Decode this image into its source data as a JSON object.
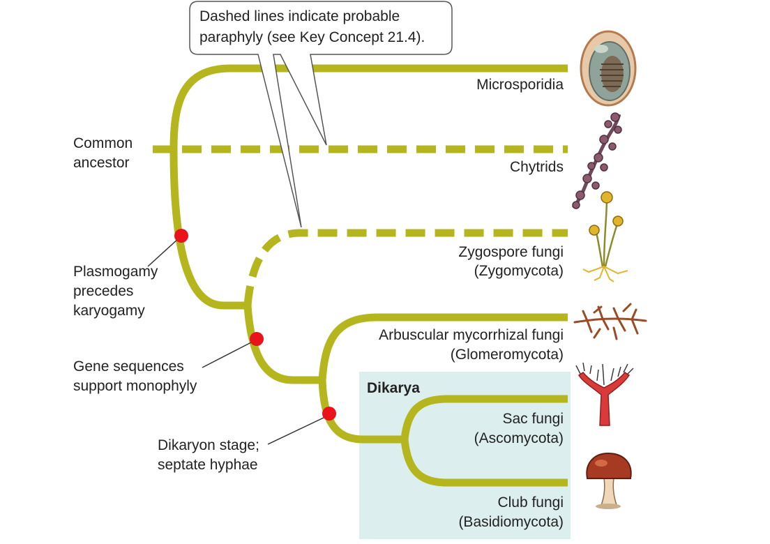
{
  "callout": {
    "line1": "Dashed lines indicate probable",
    "line2": "paraphyly (see Key Concept 21.4)."
  },
  "taxa": {
    "microsporidia": {
      "line1": "Microsporidia"
    },
    "chytrids": {
      "line1": "Chytrids"
    },
    "zygospore": {
      "line1": "Zygospore fungi",
      "line2": "(Zygomycota)"
    },
    "arbuscular": {
      "line1": "Arbuscular mycorrhizal fungi",
      "line2": "(Glomeromycota)"
    },
    "sac": {
      "line1": "Sac fungi",
      "line2": "(Ascomycota)"
    },
    "club": {
      "line1": "Club fungi",
      "line2": "(Basidiomycota)"
    }
  },
  "group": {
    "dikarya": "Dikarya"
  },
  "annotations": {
    "common_ancestor": {
      "line1": "Common",
      "line2": "ancestor"
    },
    "plasmogamy": {
      "line1": "Plasmogamy",
      "line2": "precedes",
      "line3": "karyogamy"
    },
    "gene_sequences": {
      "line1": "Gene sequences",
      "line2": "support monophyly"
    },
    "dikaryon": {
      "line1": "Dikaryon stage;",
      "line2": "septate hyphae"
    }
  },
  "colors": {
    "branch": "#b5b51d",
    "synapomorphy_dot": "#e8131b",
    "dikarya_box": "#dcefee",
    "callout_border": "#555555",
    "text": "#222222"
  },
  "icons": [
    "microsporidia-spore-icon",
    "chytrid-icon",
    "zygospore-fungus-icon",
    "arbuscular-hyphae-icon",
    "sac-fungus-icon",
    "club-fungus-mushroom-icon"
  ]
}
